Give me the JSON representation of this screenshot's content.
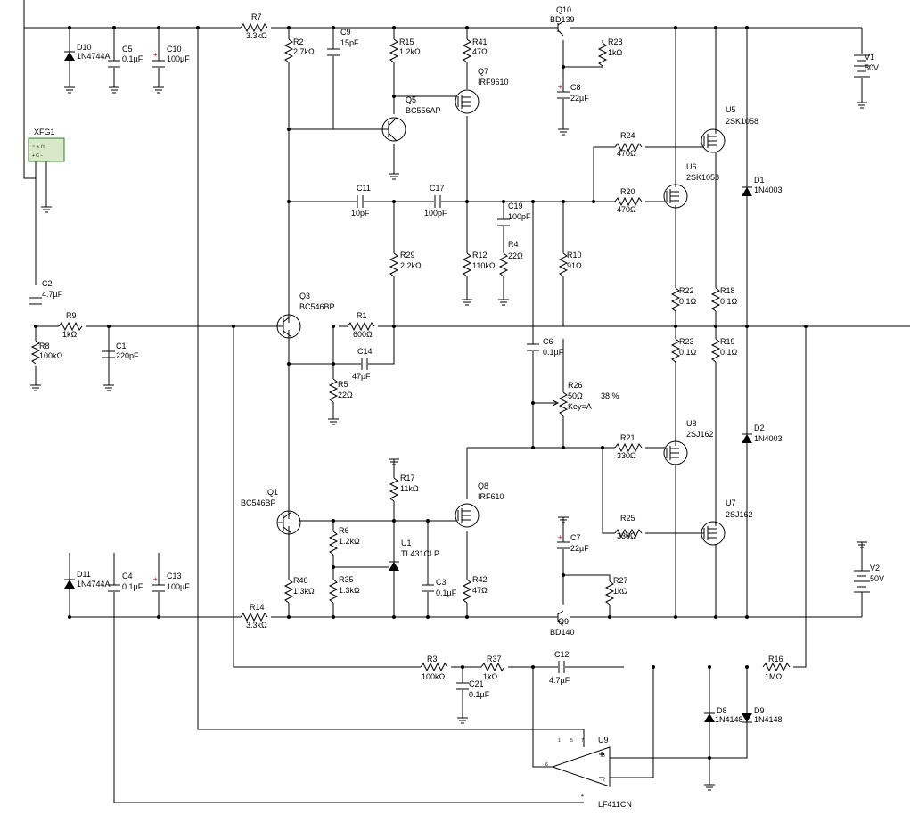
{
  "colors": {
    "wire": "#000000",
    "electrolytic_plus": "#cc0000",
    "generator_body": "#d8e8c8",
    "generator_border": "#2e7d32"
  },
  "components": [
    {
      "ref": "R7",
      "value": "3.3kΩ"
    },
    {
      "ref": "D10",
      "value": "1N4744A"
    },
    {
      "ref": "C5",
      "value": "0.1µF"
    },
    {
      "ref": "C10",
      "value": "100µF"
    },
    {
      "ref": "R2",
      "value": "2.7kΩ"
    },
    {
      "ref": "C9",
      "value": "15pF"
    },
    {
      "ref": "R15",
      "value": "1.2kΩ"
    },
    {
      "ref": "R41",
      "value": "47Ω"
    },
    {
      "ref": "Q10",
      "value": "BD139"
    },
    {
      "ref": "R28",
      "value": "1kΩ"
    },
    {
      "ref": "V1",
      "value": "50V"
    },
    {
      "ref": "Q7",
      "value": "IRF9610"
    },
    {
      "ref": "C8",
      "value": "22µF"
    },
    {
      "ref": "Q5",
      "value": "BC556AP"
    },
    {
      "ref": "XFG1",
      "value": ""
    },
    {
      "ref": "U5",
      "value": "2SK1058"
    },
    {
      "ref": "R24",
      "value": "470Ω"
    },
    {
      "ref": "U6",
      "value": "2SK1058"
    },
    {
      "ref": "D1",
      "value": "1N4003"
    },
    {
      "ref": "C11",
      "value": "10pF"
    },
    {
      "ref": "C17",
      "value": "100pF"
    },
    {
      "ref": "C19",
      "value": "100pF"
    },
    {
      "ref": "R20",
      "value": "470Ω"
    },
    {
      "ref": "R4",
      "value": "22Ω"
    },
    {
      "ref": "R29",
      "value": "2.2kΩ"
    },
    {
      "ref": "R12",
      "value": "110kΩ"
    },
    {
      "ref": "R10",
      "value": "91Ω"
    },
    {
      "ref": "C2",
      "value": "4.7µF"
    },
    {
      "ref": "Q3",
      "value": "BC546BP"
    },
    {
      "ref": "R22",
      "value": "0.1Ω"
    },
    {
      "ref": "R18",
      "value": "0.1Ω"
    },
    {
      "ref": "R9",
      "value": "1kΩ"
    },
    {
      "ref": "R1",
      "value": "600Ω"
    },
    {
      "ref": "R8",
      "value": "100kΩ"
    },
    {
      "ref": "C1",
      "value": "220pF"
    },
    {
      "ref": "C14",
      "value": "47pF"
    },
    {
      "ref": "C6",
      "value": "0.1µF"
    },
    {
      "ref": "R23",
      "value": "0.1Ω"
    },
    {
      "ref": "R19",
      "value": "0.1Ω"
    },
    {
      "ref": "R5",
      "value": "22Ω"
    },
    {
      "ref": "R26",
      "value": "50Ω"
    },
    {
      "ref": "U8",
      "value": "2SJ162"
    },
    {
      "ref": "D2",
      "value": "1N4003"
    },
    {
      "ref": "R21",
      "value": "330Ω"
    },
    {
      "ref": "R17",
      "value": "11kΩ"
    },
    {
      "ref": "Q8",
      "value": "IRF610"
    },
    {
      "ref": "Q1",
      "value": "BC546BP"
    },
    {
      "ref": "R6",
      "value": "1.2kΩ"
    },
    {
      "ref": "U1",
      "value": "TL431CLP"
    },
    {
      "ref": "C7",
      "value": "22µF"
    },
    {
      "ref": "U7",
      "value": "2SJ162"
    },
    {
      "ref": "R25",
      "value": "330Ω"
    },
    {
      "ref": "V2",
      "value": "50V"
    },
    {
      "ref": "R35",
      "value": "1.3kΩ"
    },
    {
      "ref": "C3",
      "value": "0.1µF"
    },
    {
      "ref": "R42",
      "value": "47Ω"
    },
    {
      "ref": "R27",
      "value": "1kΩ"
    },
    {
      "ref": "D11",
      "value": "1N4744A"
    },
    {
      "ref": "C4",
      "value": "0.1µF"
    },
    {
      "ref": "C13",
      "value": "100µF"
    },
    {
      "ref": "R40",
      "value": "1.3kΩ"
    },
    {
      "ref": "R14",
      "value": "3.3kΩ"
    },
    {
      "ref": "Q9",
      "value": "BD140"
    },
    {
      "ref": "R3",
      "value": "100kΩ"
    },
    {
      "ref": "R37",
      "value": "1kΩ"
    },
    {
      "ref": "C12",
      "value": "4.7µF"
    },
    {
      "ref": "R16",
      "value": "1MΩ"
    },
    {
      "ref": "C21",
      "value": "0.1µF"
    },
    {
      "ref": "D8",
      "value": "1N4148"
    },
    {
      "ref": "D9",
      "value": "1N4148"
    },
    {
      "ref": "U9",
      "value": "LF411CN"
    }
  ],
  "potentiometer": {
    "key": "Key=A",
    "setting": "38 %"
  },
  "opamp_pins": [
    "1",
    "5",
    "7",
    "3",
    "2",
    "4",
    "6"
  ]
}
